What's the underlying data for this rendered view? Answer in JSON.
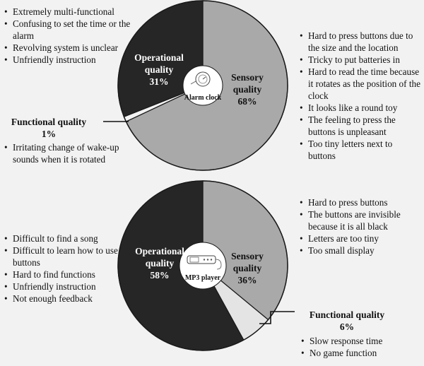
{
  "chart_data": [
    {
      "type": "pie",
      "center_label": "Alarm clock",
      "segments": [
        {
          "key": "sensory",
          "label": "Sensory quality",
          "value": 68,
          "value_label": "68%",
          "color": "#a9a9a9"
        },
        {
          "key": "functional",
          "label": "Functional quality",
          "value": 1,
          "value_label": "1%",
          "color": "#f2f2f2"
        },
        {
          "key": "operational",
          "label": "Operational quality",
          "value": 31,
          "value_label": "31%",
          "color": "#262626"
        }
      ],
      "notes": {
        "operational": [
          "Extremely multi-functional",
          "Confusing to set the time or the alarm",
          "Revolving system is unclear",
          "Unfriendly instruction"
        ],
        "sensory": [
          "Hard to press buttons due to the size and the location",
          "Tricky to put batteries in",
          "Hard to read the time because it rotates as the position of the clock",
          "It looks like a round toy",
          "The feeling to press the buttons is unpleasant",
          "Too tiny letters next to buttons"
        ],
        "functional": [
          "Irritating change of wake-up sounds when it is rotated"
        ]
      }
    },
    {
      "type": "pie",
      "center_label": "MP3 player",
      "segments": [
        {
          "key": "sensory",
          "label": "Sensory quality",
          "value": 36,
          "value_label": "36%",
          "color": "#a9a9a9"
        },
        {
          "key": "functional",
          "label": "Functional quality",
          "value": 6,
          "value_label": "6%",
          "color": "#e4e4e4"
        },
        {
          "key": "operational",
          "label": "Operational quality",
          "value": 58,
          "value_label": "58%",
          "color": "#262626"
        }
      ],
      "notes": {
        "operational": [
          "Difficult to find a song",
          "Difficult to learn how to use buttons",
          "Hard to find functions",
          "Unfriendly instruction",
          "Not enough feedback"
        ],
        "sensory": [
          "Hard to press buttons",
          "The buttons are invisible because it is all black",
          "Letters are too tiny",
          "Too small display"
        ],
        "functional": [
          "Slow response time",
          "No game function"
        ]
      }
    }
  ]
}
